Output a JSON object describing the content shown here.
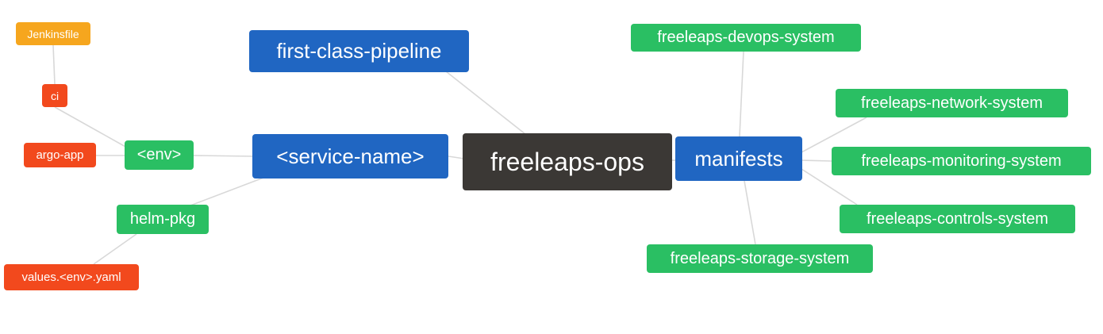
{
  "diagram": {
    "root": {
      "label": "freeleaps-ops"
    },
    "nodes": {
      "jenkinsfile": {
        "label": "Jenkinsfile"
      },
      "ci": {
        "label": "ci"
      },
      "argo_app": {
        "label": "argo-app"
      },
      "env": {
        "label": "<env>"
      },
      "helm_pkg": {
        "label": "helm-pkg"
      },
      "values_yaml": {
        "label": "values.<env>.yaml"
      },
      "first_class_pipeline": {
        "label": "first-class-pipeline"
      },
      "service_name": {
        "label": "<service-name>"
      },
      "manifests": {
        "label": "manifests"
      },
      "devops_system": {
        "label": "freeleaps-devops-system"
      },
      "network_system": {
        "label": "freeleaps-network-system"
      },
      "monitoring_system": {
        "label": "freeleaps-monitoring-system"
      },
      "controls_system": {
        "label": "freeleaps-controls-system"
      },
      "storage_system": {
        "label": "freeleaps-storage-system"
      }
    },
    "edges": [
      {
        "from": "jenkinsfile",
        "to": "ci"
      },
      {
        "from": "ci",
        "to": "env"
      },
      {
        "from": "argo_app",
        "to": "env"
      },
      {
        "from": "env",
        "to": "service_name"
      },
      {
        "from": "helm_pkg",
        "to": "service_name"
      },
      {
        "from": "values_yaml",
        "to": "helm_pkg"
      },
      {
        "from": "first_class_pipeline",
        "to": "freeleaps-ops"
      },
      {
        "from": "service_name",
        "to": "freeleaps-ops"
      },
      {
        "from": "freeleaps-ops",
        "to": "manifests"
      },
      {
        "from": "manifests",
        "to": "devops_system"
      },
      {
        "from": "manifests",
        "to": "network_system"
      },
      {
        "from": "manifests",
        "to": "monitoring_system"
      },
      {
        "from": "manifests",
        "to": "controls_system"
      },
      {
        "from": "manifests",
        "to": "storage_system"
      }
    ],
    "colors": {
      "blue": "#2066c2",
      "green": "#2abf63",
      "red": "#f2491d",
      "orange": "#f6a61e",
      "dark": "#3b3835",
      "edge_line": "#d8d8d8"
    }
  }
}
